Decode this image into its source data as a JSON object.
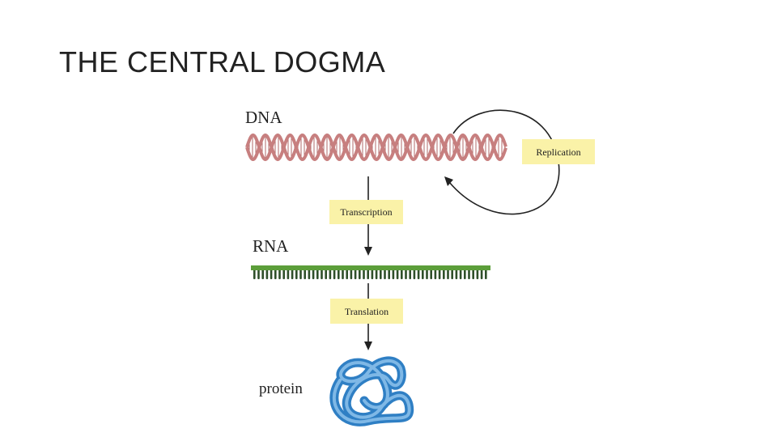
{
  "slide": {
    "title": "THE CENTRAL DOGMA"
  },
  "diagram": {
    "molecules": {
      "dna": "DNA",
      "rna": "RNA",
      "protein": "protein"
    },
    "processes": {
      "replication": "Replication",
      "transcription": "Transcription",
      "translation": "Translation"
    },
    "colors": {
      "dna_strand": "#c77f7f",
      "dna_rungs": "#b06a6a",
      "rna_backbone": "#5c9e3a",
      "rna_bases": "#2f4f2a",
      "protein": "#2f7fc4",
      "label_box": "#faf2a8",
      "arrow": "#222222"
    }
  }
}
